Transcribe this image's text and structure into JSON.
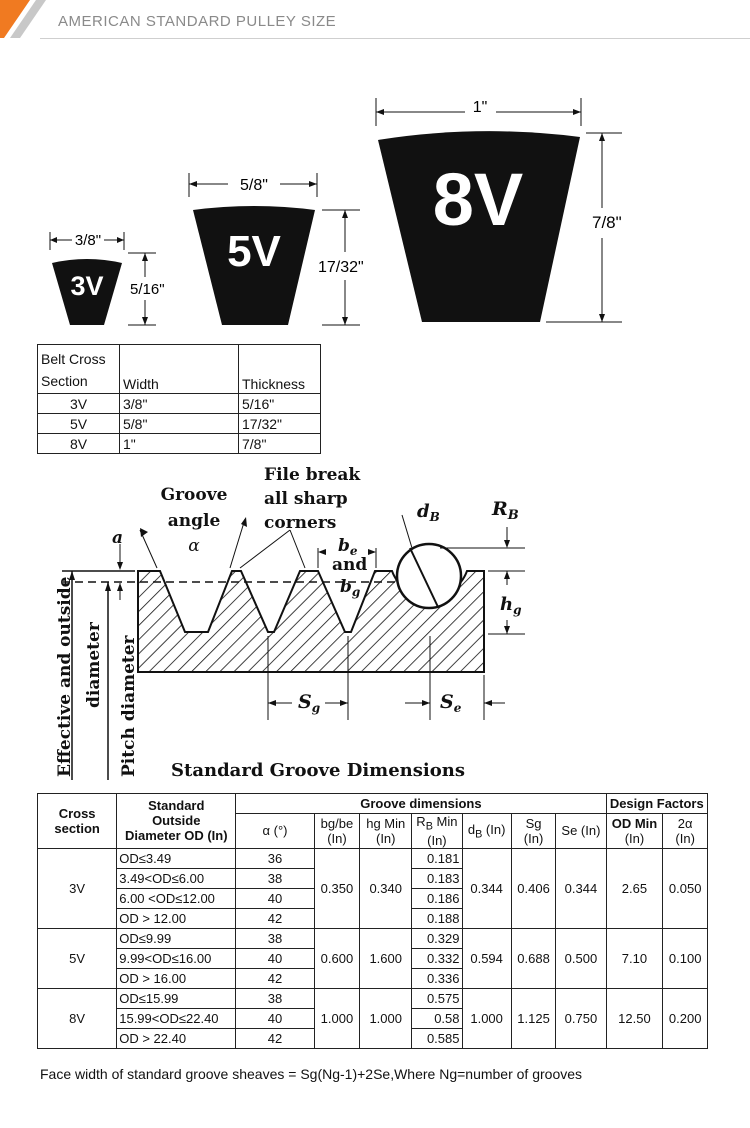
{
  "header": {
    "title": "AMERICAN STANDARD PULLEY SIZE"
  },
  "belts": [
    {
      "label": "3V",
      "width": "3/8\"",
      "height": "5/16\""
    },
    {
      "label": "5V",
      "width": "5/8\"",
      "height": "17/32\""
    },
    {
      "label": "8V",
      "width": "1\"",
      "height": "7/8\""
    }
  ],
  "belt_table": {
    "head": {
      "c1a": "Belt Cross",
      "c1b": "Section",
      "c2": "Width",
      "c3": "Thickness"
    },
    "rows": [
      {
        "section": "3V",
        "width": "3/8\"",
        "thickness": "5/16\""
      },
      {
        "section": "5V",
        "width": "5/8\"",
        "thickness": "17/32\""
      },
      {
        "section": "8V",
        "width": "1\"",
        "thickness": "7/8\""
      }
    ]
  },
  "groove_diagram": {
    "groove_angle_1": "Groove",
    "groove_angle_2": "angle",
    "alpha": "α",
    "file_break_1": "File break",
    "file_break_2": "all sharp",
    "file_break_3": "corners",
    "a": "a",
    "be": "b",
    "be_sub": "e",
    "and": "and",
    "bg": "b",
    "bg_sub": "g",
    "dB": "d",
    "dB_sub": "B",
    "RB": "R",
    "RB_sub": "B",
    "hg": "h",
    "hg_sub": "g",
    "Sg": "S",
    "Sg_sub": "g",
    "Se": "S",
    "Se_sub": "e",
    "effective_1": "Effective and outside",
    "effective_2": "diameter",
    "pitch": "Pitch diameter",
    "caption": "Standard Groove Dimensions"
  },
  "groove_table": {
    "h_cross_1": "Cross",
    "h_cross_2": "section",
    "h_std_1": "Standard",
    "h_std_2": "Outside",
    "h_std_3": "Diameter  OD (In)",
    "h_groove": "Groove dimensions",
    "h_design": "Design Factors",
    "h_alpha": "α (°)",
    "h_bg_1": "bg/be",
    "h_bg_2": "(In)",
    "h_hg_1": "hg Min",
    "h_hg_2": "(In)",
    "h_rb_1": "R",
    "h_rb_sub": "B",
    "h_rb_min": " Min",
    "h_rb_2": "(In)",
    "h_db": "d",
    "h_db_sub": "B",
    "h_db_unit": " (In)",
    "h_sg_1": "Sg",
    "h_sg_2": "(In)",
    "h_se": "Se (In)",
    "h_od_1": "OD Min",
    "h_od_2": "(In)",
    "h_2a_1": "2α",
    "h_2a_2": "(In)",
    "groups": [
      {
        "section": "3V",
        "rows": [
          {
            "od": "OD≤3.49",
            "alpha": "36",
            "rb": "0.181"
          },
          {
            "od": "3.49<OD≤6.00",
            "alpha": "38",
            "rb": "0.183"
          },
          {
            "od": "6.00 <OD≤12.00",
            "alpha": "40",
            "rb": "0.186"
          },
          {
            "od": "OD > 12.00",
            "alpha": "42",
            "rb": "0.188"
          }
        ],
        "bg": "0.350",
        "hg": "0.340",
        "db": "0.344",
        "sg": "0.406",
        "se": "0.344",
        "odmin": "2.65",
        "twoa": "0.050"
      },
      {
        "section": "5V",
        "rows": [
          {
            "od": "OD≤9.99",
            "alpha": "38",
            "rb": "0.329"
          },
          {
            "od": "9.99<OD≤16.00",
            "alpha": "40",
            "rb": "0.332"
          },
          {
            "od": "OD > 16.00",
            "alpha": "42",
            "rb": "0.336"
          }
        ],
        "bg": "0.600",
        "hg": "1.600",
        "db": "0.594",
        "sg": "0.688",
        "se": "0.500",
        "odmin": "7.10",
        "twoa": "0.100"
      },
      {
        "section": "8V",
        "rows": [
          {
            "od": "OD≤15.99",
            "alpha": "38",
            "rb": "0.575"
          },
          {
            "od": "15.99<OD≤22.40",
            "alpha": "40",
            "rb": "0.58"
          },
          {
            "od": "OD > 22.40",
            "alpha": "42",
            "rb": "0.585"
          }
        ],
        "bg": "1.000",
        "hg": "1.000",
        "db": "1.000",
        "sg": "1.125",
        "se": "0.750",
        "odmin": "12.50",
        "twoa": "0.200"
      }
    ]
  },
  "footer": "Face width of standard groove sheaves = Sg(Ng-1)+2Se,Where Ng=number of grooves",
  "colors": {
    "accent": "#f07a21",
    "header_text": "#8a8a8a"
  }
}
